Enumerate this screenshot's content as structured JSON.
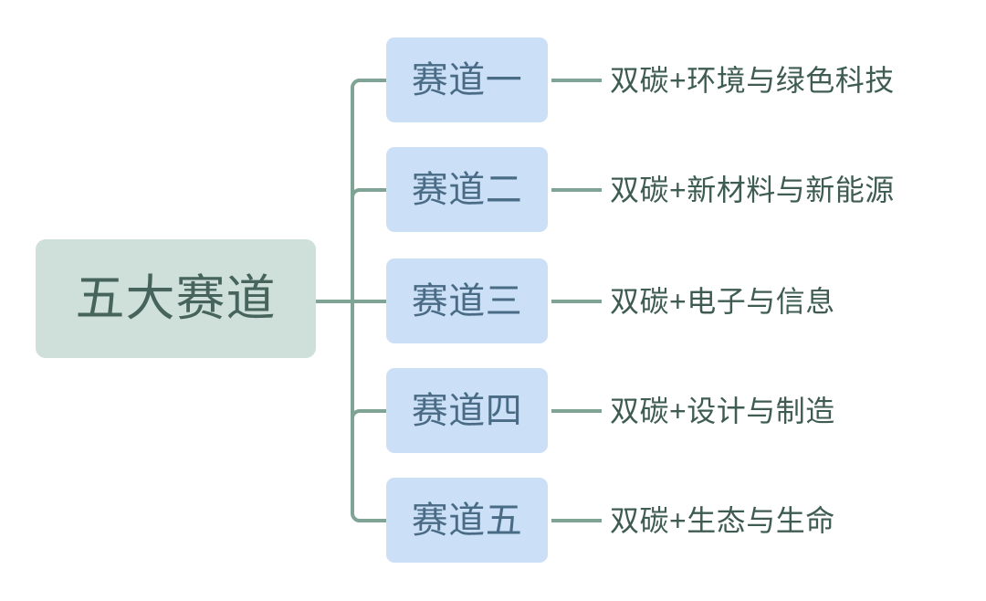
{
  "diagram": {
    "type": "mind-map",
    "title": "五大赛道",
    "root": {
      "label": "五大赛道",
      "fill": "#cfdfd9",
      "text_color": "#46645c"
    },
    "connector_color": "#7fa395",
    "branch_fill": "#cbe0f7",
    "branch_text_color": "#4a6b85",
    "leaf_text_color": "#3f5c52",
    "branches": [
      {
        "node": "赛道一",
        "leaf": "双碳+环境与绿色科技"
      },
      {
        "node": "赛道二",
        "leaf": "双碳+新材料与新能源"
      },
      {
        "node": "赛道三",
        "leaf": "双碳+电子与信息"
      },
      {
        "node": "赛道四",
        "leaf": "双碳+设计与制造"
      },
      {
        "node": "赛道五",
        "leaf": "双碳+生态与生命"
      }
    ]
  }
}
